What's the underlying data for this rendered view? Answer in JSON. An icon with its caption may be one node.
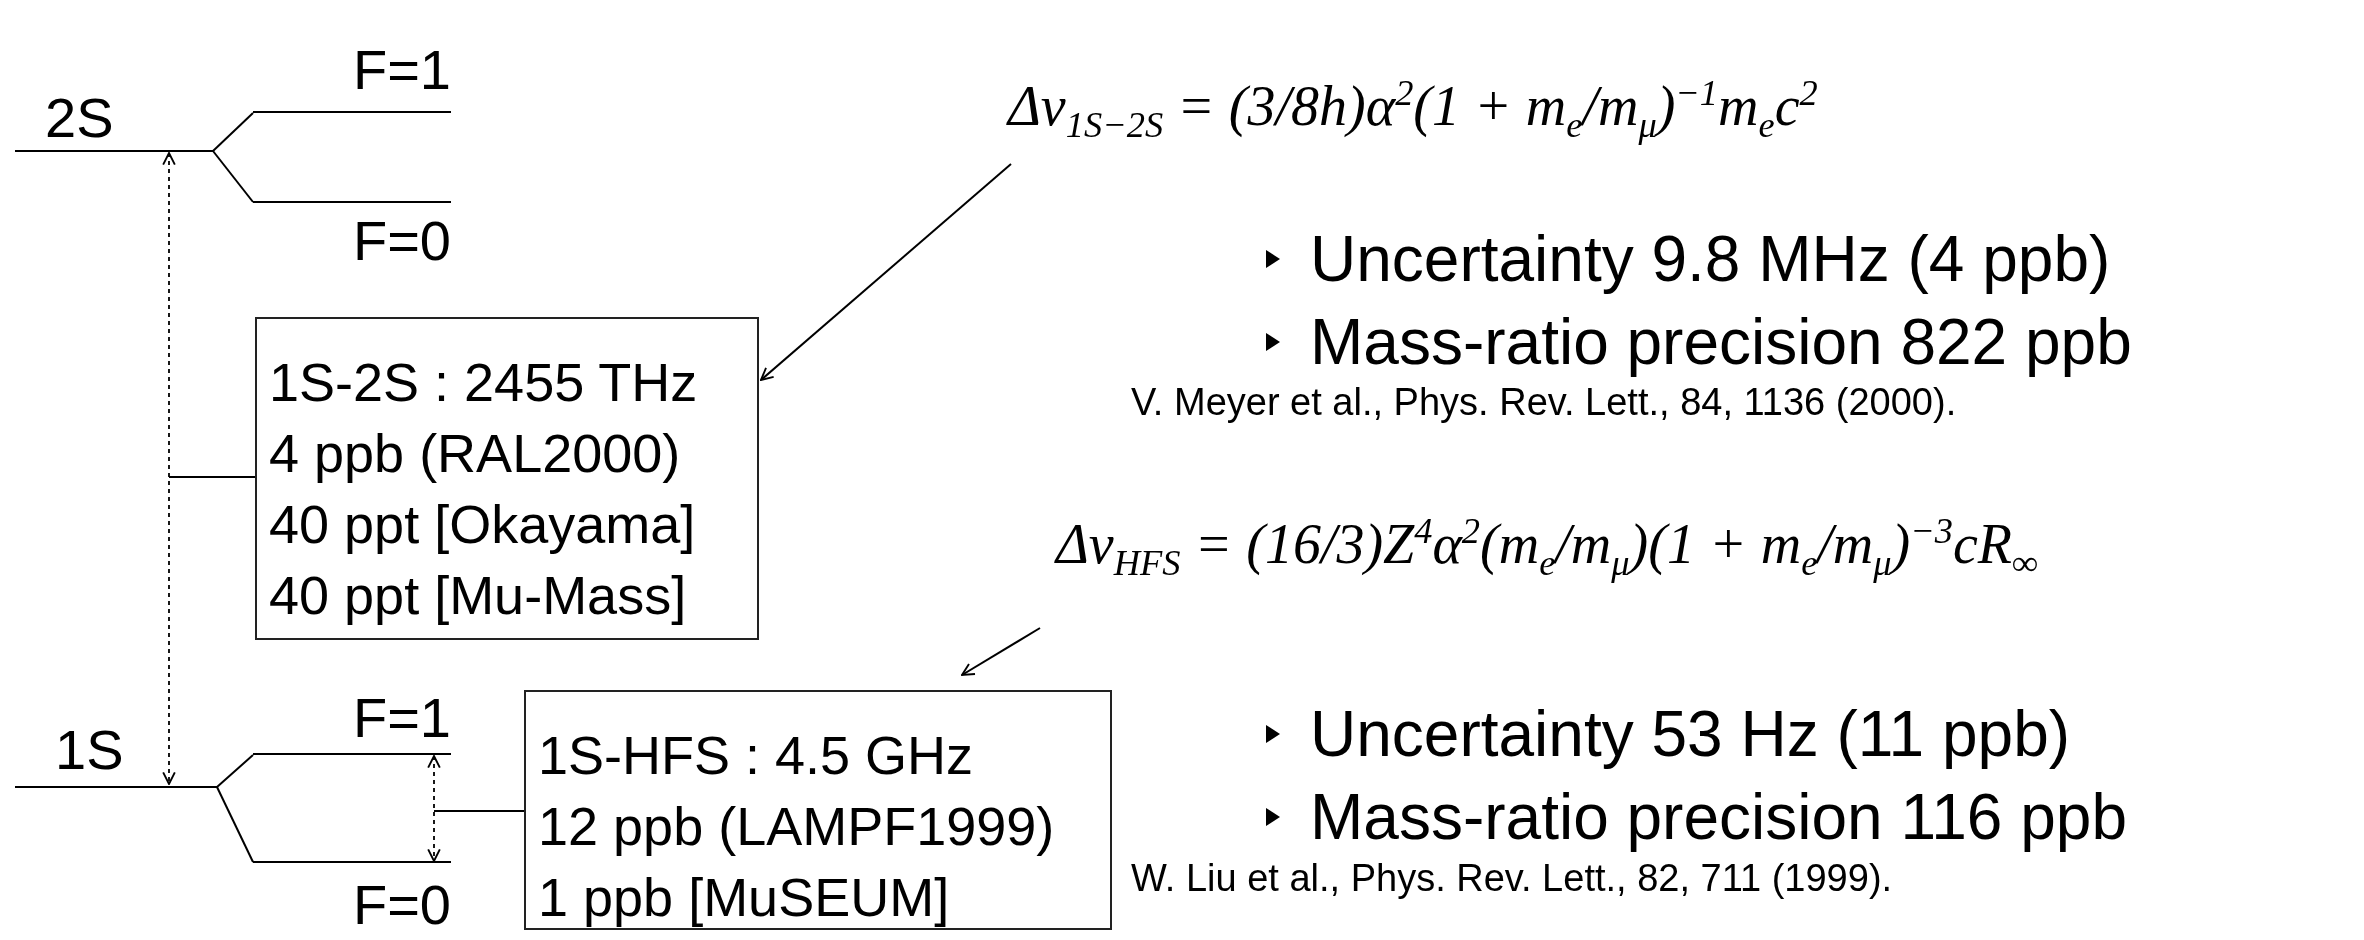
{
  "diagram": {
    "nodes": [
      {
        "text": [
          "2S"
        ]
      },
      {
        "text": [
          "F=1"
        ]
      },
      {
        "text": [
          "F=0"
        ]
      },
      {
        "text": [
          "1S"
        ]
      },
      {
        "text": [
          "F=1"
        ]
      },
      {
        "text": [
          "F=0"
        ]
      },
      {
        "text": [
          "1S-2S : 2455 THz",
          "4 ppb (RAL2000)",
          "40 ppt [Okayama]",
          "40 ppt [Mu-Mass]"
        ]
      },
      {
        "text": [
          "1S-HFS : 4.5 GHz",
          "12 ppb (LAMPF1999)",
          "1 ppb [MuSEUM]"
        ]
      },
      {
        "text": [
          "Δν$_{1S−2S}$ = (3/8h)α$^{2}$(1 + m$_{e}$/m$_{μ}$)$^{−1}$m$_{e}$c$^{2}$"
        ]
      },
      {
        "text": [
          "Δν$_{HFS}$ = (16/3)Z$^{4}$α$^{2}$(m$_{e}$/m$_{μ}$)(1 + m$_{e}$/m$_{μ}$)$^{−3}$cR$_{∞}$"
        ]
      }
    ],
    "edges": [
      {
        "from": 0,
        "to": 1,
        "arrow": "none"
      },
      {
        "from": 0,
        "to": 2,
        "arrow": "none"
      },
      {
        "from": 0,
        "to": 3,
        "arrow": "both",
        "style": "dashed"
      },
      {
        "from": 6,
        "to": null,
        "arrow": "none"
      },
      {
        "from": 3,
        "to": 4,
        "arrow": "none"
      },
      {
        "from": 3,
        "to": 5,
        "arrow": "none"
      },
      {
        "from": 4,
        "to": 5,
        "arrow": "both",
        "style": "dashed"
      },
      {
        "from": 7,
        "to": null,
        "arrow": "none"
      },
      {
        "from": 8,
        "to": 6,
        "arrow": "to"
      },
      {
        "from": 9,
        "to": 7,
        "arrow": "to"
      }
    ],
    "labels": [
      "Uncertainty 9.8 MHz (4 ppb)",
      "Mass-ratio precision 822 ppb",
      "V. Meyer et al., Phys. Rev. Lett., 84, 1136 (2000).",
      "Uncertainty 53 Hz (11 ppb)",
      "Mass-ratio precision 116 ppb",
      "W. Liu et al., Phys. Rev. Lett., 82, 711 (1999)."
    ]
  }
}
